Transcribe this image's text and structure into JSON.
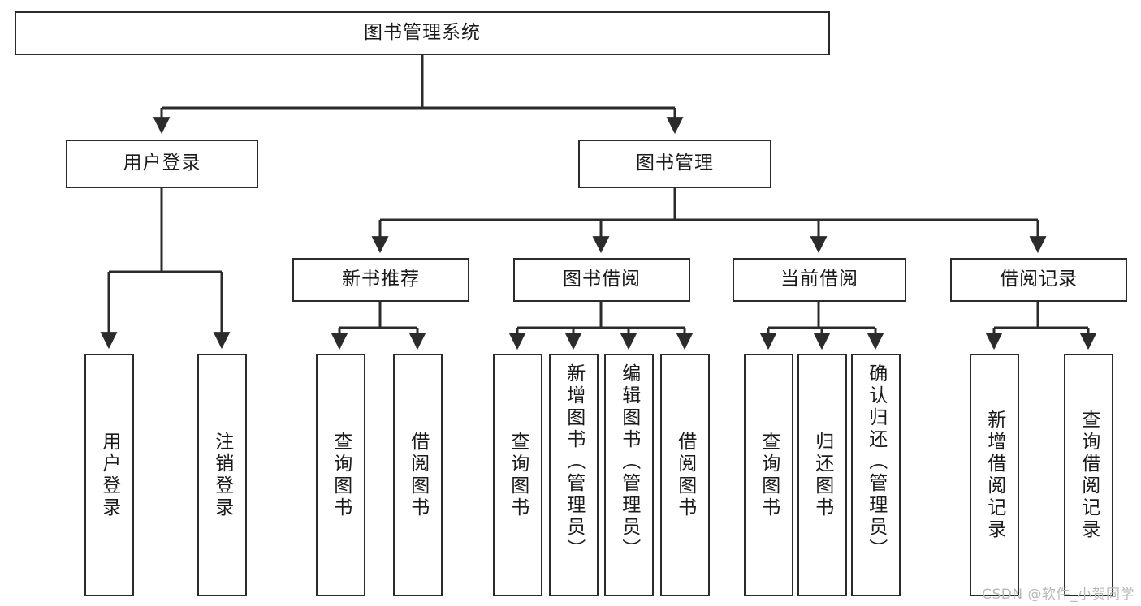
{
  "diagram": {
    "type": "tree-hierarchy",
    "title": "图书管理系统",
    "stroke_color": "#2b2b2b",
    "background_color": "#ffffff",
    "text_color": "#1a1a1a"
  },
  "root": {
    "label": "图书管理系统"
  },
  "level1": [
    {
      "label": "用户登录"
    },
    {
      "label": "图书管理"
    }
  ],
  "level2": [
    {
      "label": "新书推荐"
    },
    {
      "label": "图书借阅"
    },
    {
      "label": "当前借阅"
    },
    {
      "label": "借阅记录"
    }
  ],
  "leaves": {
    "user_login": [
      {
        "label": "用户登录"
      },
      {
        "label": "注销登录"
      }
    ],
    "new_book_recommend": [
      {
        "label": "查询图书"
      },
      {
        "label": "借阅图书"
      }
    ],
    "book_borrow": [
      {
        "label": "查询图书"
      },
      {
        "label": "新增图书（管理员）"
      },
      {
        "label": "编辑图书（管理员）"
      },
      {
        "label": "借阅图书"
      }
    ],
    "current_borrow": [
      {
        "label": "查询图书"
      },
      {
        "label": "归还图书"
      },
      {
        "label": "确认归还（管理员）"
      }
    ],
    "borrow_record": [
      {
        "label": "新增借阅记录"
      },
      {
        "label": "查询借阅记录"
      }
    ]
  },
  "watermark": {
    "text": "CSDN @软件_小贺同学"
  }
}
